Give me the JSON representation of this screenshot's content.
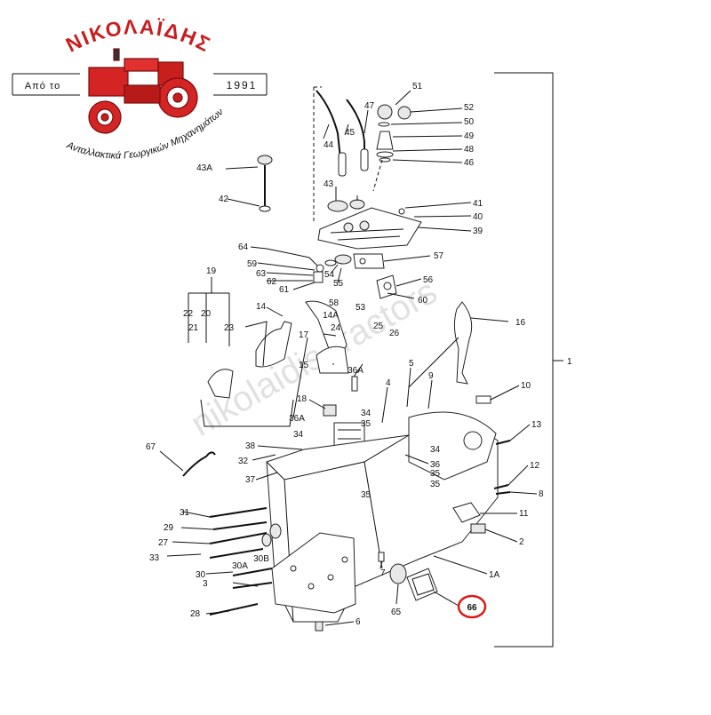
{
  "brand": {
    "name": "ΝΙΚΟΛΑΪΔΗΣ",
    "since_prefix": "Από το",
    "since_year": "1991",
    "tagline": "Ανταλλακτικά Γεωργικών Μηχανημάτων",
    "logo_color": "#c81e1e"
  },
  "watermark": "nikolaidis-tractors",
  "highlight": {
    "part": "66",
    "color": "#d91a1a"
  },
  "assembly_label": "1",
  "callouts": [
    "51",
    "52",
    "50",
    "49",
    "48",
    "46",
    "47",
    "44",
    "45",
    "43A",
    "43",
    "42",
    "41",
    "40",
    "39",
    "64",
    "57",
    "59",
    "63",
    "62",
    "54",
    "55",
    "61",
    "56",
    "60",
    "19",
    "22",
    "20",
    "21",
    "23",
    "14",
    "58",
    "14A",
    "53",
    "16",
    "17",
    "24",
    "25",
    "26",
    "15",
    "36A",
    "5",
    "9",
    "10",
    "18",
    "34",
    "35",
    "4",
    "13",
    "12",
    "8",
    "11",
    "2",
    "67",
    "38",
    "32",
    "37",
    "36",
    "31",
    "29",
    "27",
    "33",
    "30",
    "30A",
    "30B",
    "3",
    "28",
    "6",
    "7",
    "65",
    "1A",
    "66"
  ]
}
